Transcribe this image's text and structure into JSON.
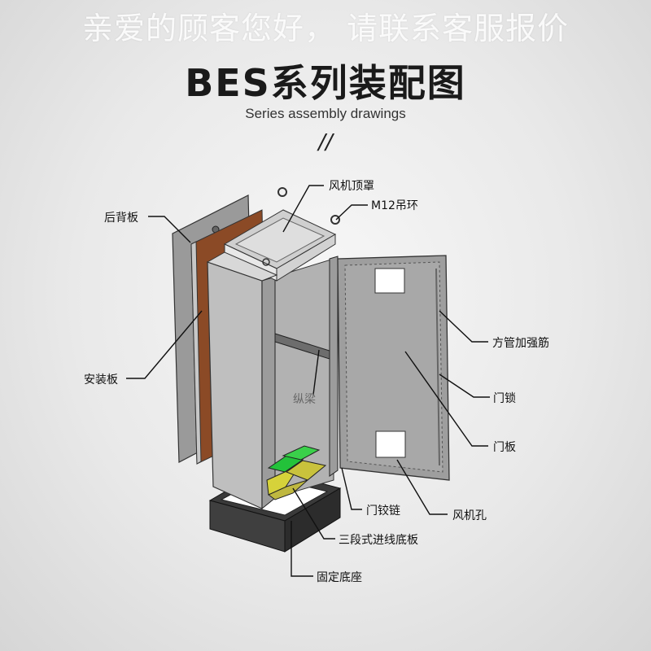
{
  "banner": "亲爱的顾客您好， 请联系客服报价",
  "title": "BES系列装配图",
  "subtitle": "Series assembly drawings",
  "divider": "//",
  "labels": {
    "fan_cover": "风机顶罩",
    "lifting_ring": "M12吊环",
    "back_panel": "后背板",
    "mounting_plate": "安装板",
    "square_tube_stiffener": "方管加强筋",
    "door_lock": "门锁",
    "door_panel": "门板",
    "longitudinal_beam": "纵梁",
    "door_hinge": "门铰链",
    "fan_hole": "风机孔",
    "three_section_bottom_plate": "三段式进线底板",
    "fixed_base": "固定底座"
  }
}
